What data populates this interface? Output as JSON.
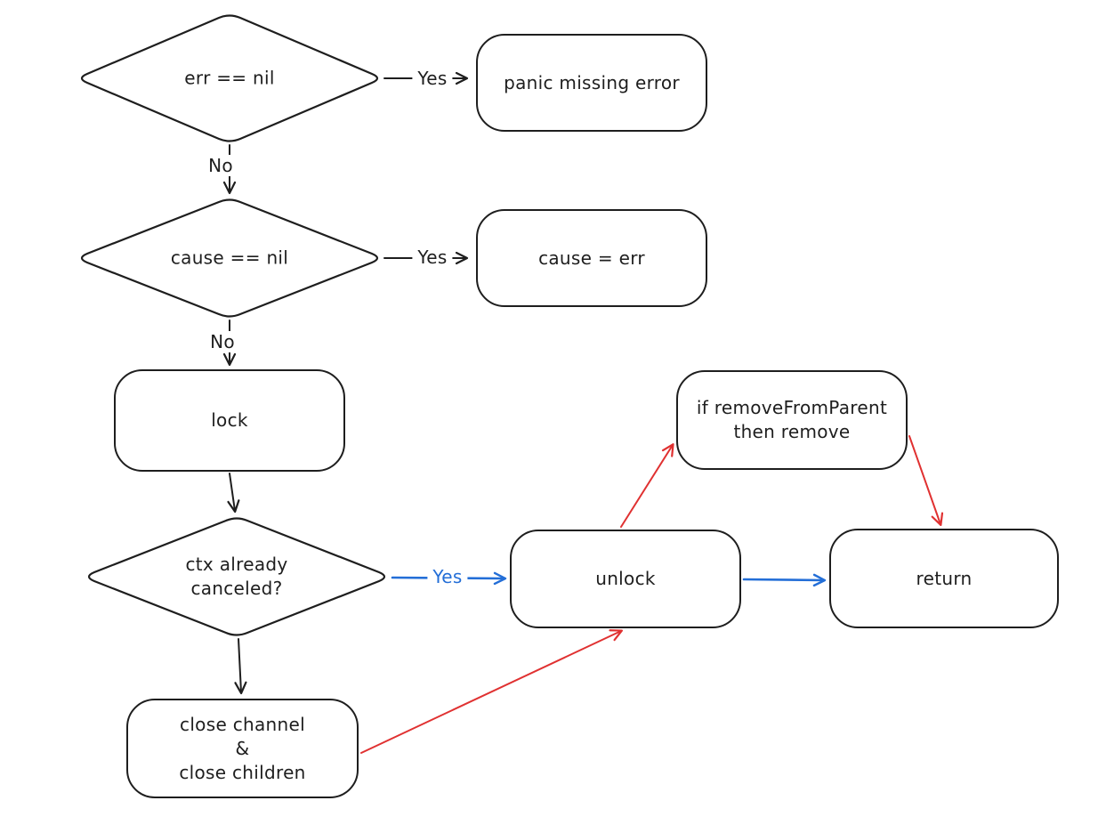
{
  "diagram": {
    "background": "#ffffff",
    "colors": {
      "stroke": "#1e1e1e",
      "text": "#1e1e1e",
      "red": "#e03131",
      "blue": "#236ed7"
    },
    "nodes": {
      "err_check": {
        "shape": "diamond",
        "label": "err == nil"
      },
      "panic": {
        "shape": "rounded-rect",
        "label": "panic missing error"
      },
      "cause_check": {
        "shape": "diamond",
        "label": "cause == nil"
      },
      "cause_assign": {
        "shape": "rounded-rect",
        "label": "cause = err"
      },
      "lock": {
        "shape": "rounded-rect",
        "label": "lock"
      },
      "ctx_check": {
        "shape": "diamond",
        "label": "ctx already\ncanceled?"
      },
      "remove_from_parent": {
        "shape": "rounded-rect",
        "label": "if removeFromParent\nthen remove"
      },
      "unlock": {
        "shape": "rounded-rect",
        "label": "unlock"
      },
      "return": {
        "shape": "rounded-rect",
        "label": "return"
      },
      "close_channel": {
        "shape": "rounded-rect",
        "label": "close channel\n&\nclose children"
      }
    },
    "edges": [
      {
        "id": "err-yes",
        "from": "err_check",
        "to": "panic",
        "label": "Yes",
        "color": "#1e1e1e"
      },
      {
        "id": "err-no",
        "from": "err_check",
        "to": "cause_check",
        "label": "No",
        "color": "#1e1e1e"
      },
      {
        "id": "cause-yes",
        "from": "cause_check",
        "to": "cause_assign",
        "label": "Yes",
        "color": "#1e1e1e"
      },
      {
        "id": "cause-no",
        "from": "cause_check",
        "to": "lock",
        "label": "No",
        "color": "#1e1e1e"
      },
      {
        "id": "lock-to-ctx",
        "from": "lock",
        "to": "ctx_check",
        "label": "",
        "color": "#1e1e1e"
      },
      {
        "id": "ctx-yes",
        "from": "ctx_check",
        "to": "unlock",
        "label": "Yes",
        "color": "#236ed7"
      },
      {
        "id": "ctx-no",
        "from": "ctx_check",
        "to": "close_channel",
        "label": "",
        "color": "#1e1e1e"
      },
      {
        "id": "close-to-unlock",
        "from": "close_channel",
        "to": "unlock",
        "label": "",
        "color": "#e03131"
      },
      {
        "id": "unlock-to-remove",
        "from": "unlock",
        "to": "remove_from_parent",
        "label": "",
        "color": "#e03131"
      },
      {
        "id": "remove-to-return",
        "from": "remove_from_parent",
        "to": "return",
        "label": "",
        "color": "#e03131"
      },
      {
        "id": "unlock-to-return",
        "from": "unlock",
        "to": "return",
        "label": "",
        "color": "#236ed7"
      }
    ]
  }
}
